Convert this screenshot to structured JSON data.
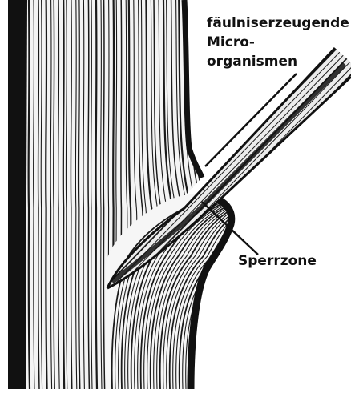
{
  "labels": {
    "line1": "fäulniserzeugende",
    "line2": "Micro-",
    "line3": "organismen",
    "sperrzone": "Sperrzone"
  },
  "colors": {
    "ink": "#111111",
    "paper": "#ffffff"
  }
}
